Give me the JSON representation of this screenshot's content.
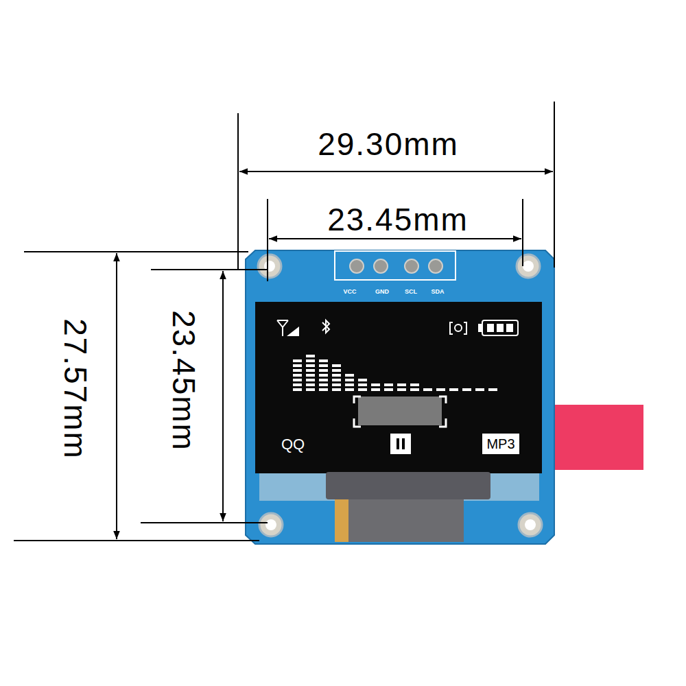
{
  "diagram": {
    "labels": [
      "29.30mm",
      "23.45mm",
      "27.57mm",
      "23.45mm",
      "VCC",
      "GND",
      "SCL",
      "SDA",
      "QQ",
      "MP3"
    ]
  }
}
